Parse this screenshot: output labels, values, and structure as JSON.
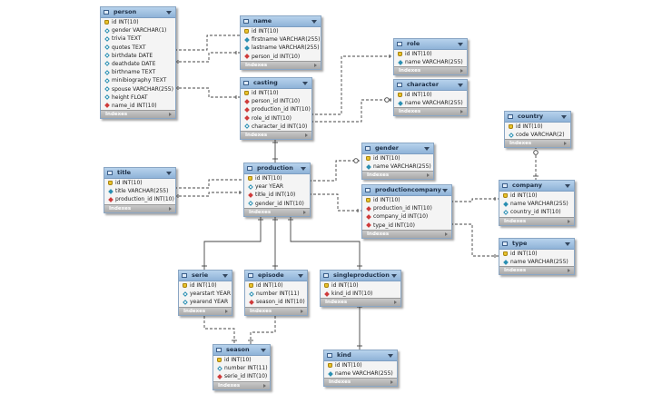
{
  "footer_label": "Indexes",
  "tables": {
    "person": {
      "name": "person",
      "columns": [
        {
          "key": "pk",
          "text": "id INT(10)"
        },
        {
          "key": "col",
          "text": "gender VARCHAR(1)"
        },
        {
          "key": "col",
          "text": "trivia TEXT"
        },
        {
          "key": "col",
          "text": "quotes TEXT"
        },
        {
          "key": "col",
          "text": "birthdate DATE"
        },
        {
          "key": "col",
          "text": "deathdate DATE"
        },
        {
          "key": "col",
          "text": "birthname TEXT"
        },
        {
          "key": "col",
          "text": "minibiography TEXT"
        },
        {
          "key": "col",
          "text": "spouse VARCHAR(255)"
        },
        {
          "key": "col",
          "text": "height FLOAT"
        },
        {
          "key": "fk",
          "text": "name_id INT(10)"
        }
      ]
    },
    "name": {
      "name": "name",
      "columns": [
        {
          "key": "pk",
          "text": "id INT(10)"
        },
        {
          "key": "colf",
          "text": "firstname VARCHAR(255)"
        },
        {
          "key": "colf",
          "text": "lastname VARCHAR(255)"
        },
        {
          "key": "fk",
          "text": "person_id INT(10)"
        }
      ]
    },
    "role": {
      "name": "role",
      "columns": [
        {
          "key": "pk",
          "text": "id INT(10)"
        },
        {
          "key": "colf",
          "text": "name VARCHAR(255)"
        }
      ]
    },
    "casting": {
      "name": "casting",
      "columns": [
        {
          "key": "pk",
          "text": "id INT(10)"
        },
        {
          "key": "fk",
          "text": "person_id INT(10)"
        },
        {
          "key": "fk",
          "text": "production_id INT(10)"
        },
        {
          "key": "fk",
          "text": "role_id INT(10)"
        },
        {
          "key": "col",
          "text": "character_id INT(10)"
        }
      ]
    },
    "character": {
      "name": "character",
      "columns": [
        {
          "key": "pk",
          "text": "id INT(10)"
        },
        {
          "key": "colf",
          "text": "name VARCHAR(255)"
        }
      ]
    },
    "country": {
      "name": "country",
      "columns": [
        {
          "key": "pk",
          "text": "id INT(10)"
        },
        {
          "key": "col",
          "text": "code VARCHAR(2)"
        }
      ]
    },
    "title": {
      "name": "title",
      "columns": [
        {
          "key": "pk",
          "text": "id INT(10)"
        },
        {
          "key": "colf",
          "text": "title VARCHAR(255)"
        },
        {
          "key": "fk",
          "text": "production_id INT(10)"
        }
      ]
    },
    "production": {
      "name": "production",
      "columns": [
        {
          "key": "pk",
          "text": "id INT(10)"
        },
        {
          "key": "col",
          "text": "year YEAR"
        },
        {
          "key": "fk",
          "text": "title_id INT(10)"
        },
        {
          "key": "col",
          "text": "gender_id INT(10)"
        }
      ]
    },
    "gender": {
      "name": "gender",
      "columns": [
        {
          "key": "pk",
          "text": "id INT(10)"
        },
        {
          "key": "colf",
          "text": "name VARCHAR(255)"
        }
      ]
    },
    "productioncompany": {
      "name": "productioncompany",
      "columns": [
        {
          "key": "pk",
          "text": "id INT(10)"
        },
        {
          "key": "fk",
          "text": "production_id INT(10)"
        },
        {
          "key": "fk",
          "text": "company_id INT(10)"
        },
        {
          "key": "fk",
          "text": "type_id INT(10)"
        }
      ]
    },
    "company": {
      "name": "company",
      "columns": [
        {
          "key": "pk",
          "text": "id INT(10)"
        },
        {
          "key": "colf",
          "text": "name VARCHAR(255)"
        },
        {
          "key": "col",
          "text": "country_id INT(10)"
        }
      ]
    },
    "type": {
      "name": "type",
      "columns": [
        {
          "key": "pk",
          "text": "id INT(10)"
        },
        {
          "key": "colf",
          "text": "name VARCHAR(255)"
        }
      ]
    },
    "serie": {
      "name": "serie",
      "columns": [
        {
          "key": "pk",
          "text": "id INT(10)"
        },
        {
          "key": "col",
          "text": "yearstart YEAR"
        },
        {
          "key": "col",
          "text": "yearend YEAR"
        }
      ]
    },
    "episode": {
      "name": "episode",
      "columns": [
        {
          "key": "pk",
          "text": "id INT(10)"
        },
        {
          "key": "col",
          "text": "number INT(11)"
        },
        {
          "key": "fk",
          "text": "season_id INT(10)"
        }
      ]
    },
    "singleproduction": {
      "name": "singleproduction",
      "columns": [
        {
          "key": "pk",
          "text": "id INT(10)"
        },
        {
          "key": "fk",
          "text": "kind_id INT(10)"
        }
      ]
    },
    "season": {
      "name": "season",
      "columns": [
        {
          "key": "pk",
          "text": "id INT(10)"
        },
        {
          "key": "col",
          "text": "number INT(11)"
        },
        {
          "key": "fk",
          "text": "serie_id INT(10)"
        }
      ]
    },
    "kind": {
      "name": "kind",
      "columns": [
        {
          "key": "pk",
          "text": "id INT(10)"
        },
        {
          "key": "colf",
          "text": "name VARCHAR(255)"
        }
      ]
    }
  }
}
